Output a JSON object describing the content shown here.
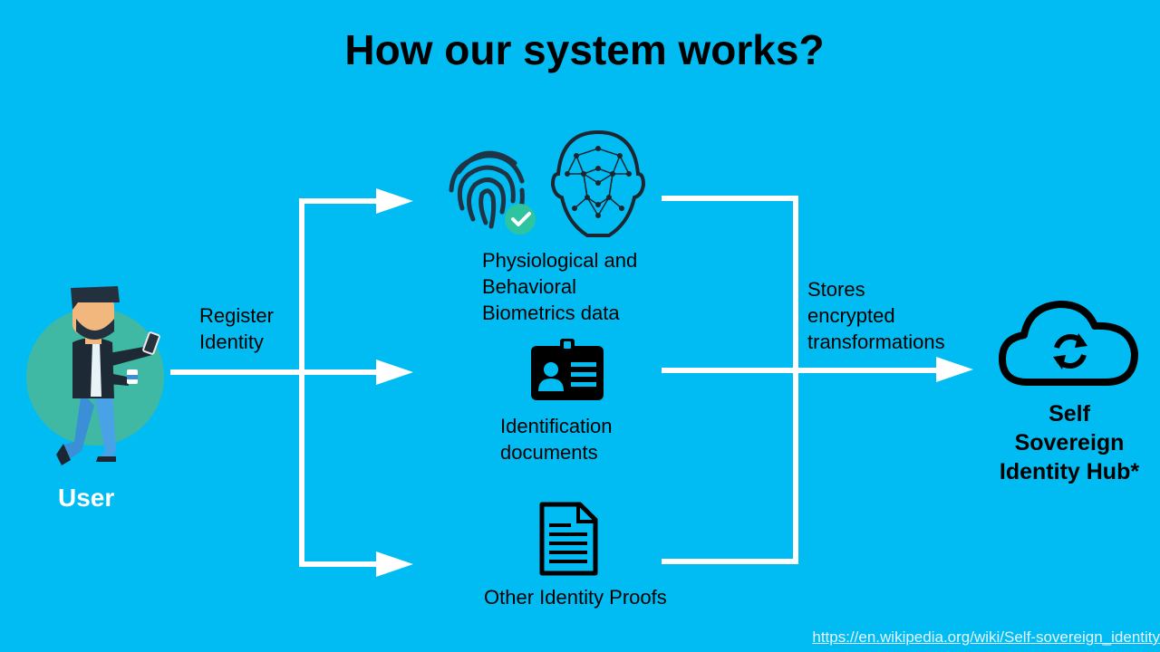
{
  "title": "How our system works?",
  "user": {
    "label": "User",
    "icon": "user-with-phone-icon"
  },
  "register": {
    "label": "Register\nIdentity"
  },
  "biometrics": {
    "label": "Physiological and\nBehavioral\nBiometrics data",
    "icons": [
      "fingerprint-check-icon",
      "face-mesh-icon"
    ]
  },
  "id_documents": {
    "label": "Identification\ndocuments",
    "icon": "id-card-icon"
  },
  "other_proofs": {
    "label": "Other Identity Proofs",
    "icon": "document-icon"
  },
  "stores": {
    "label": "Stores\nencrypted\ntransformations"
  },
  "hub": {
    "label": "Self\nSovereign\nIdentity Hub*",
    "icon": "cloud-sync-icon"
  },
  "source_link": {
    "text": "https://en.wikipedia.org/wiki/Self-sovereign_identity"
  },
  "colors": {
    "background": "#00bcf2",
    "arrow": "#ffffff",
    "check": "#2ec4a0",
    "avatar_circle": "#3fb9a4"
  }
}
